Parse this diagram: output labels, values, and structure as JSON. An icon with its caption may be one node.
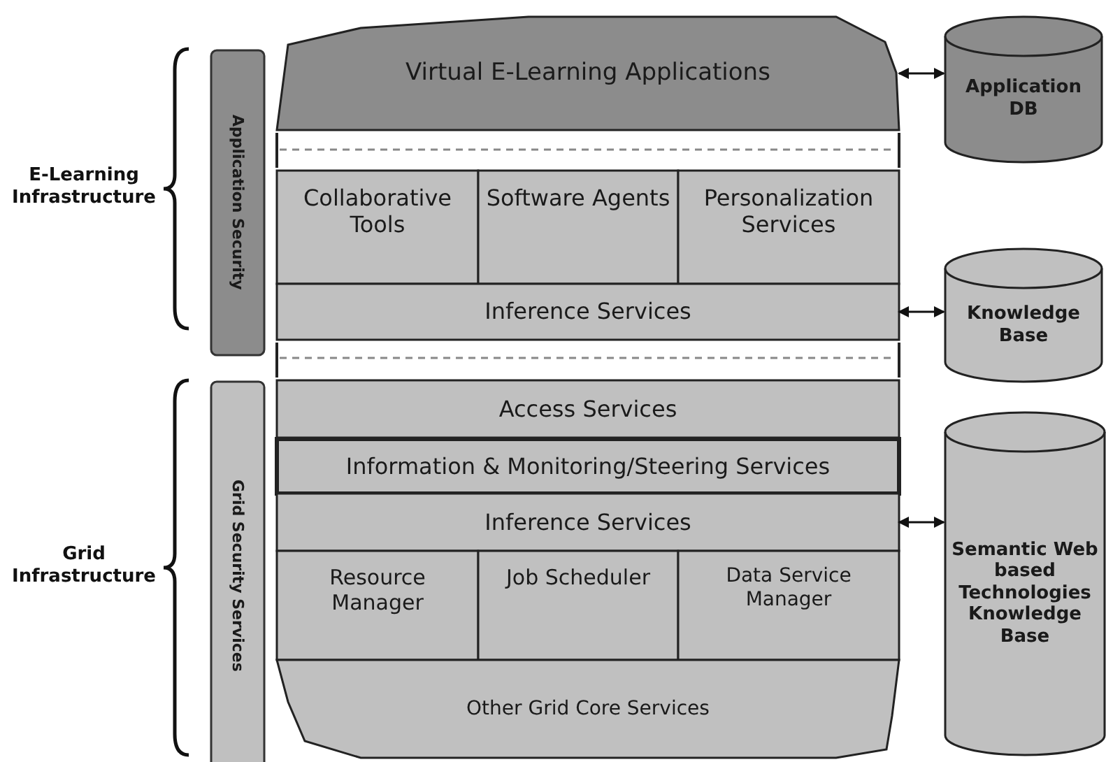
{
  "diagram": {
    "nodes": [
      {
        "text": [
          "Virtual E-Learning Applications"
        ]
      },
      {
        "text": [
          "Collaborative Tools"
        ]
      },
      {
        "text": [
          "Software Agents"
        ]
      },
      {
        "text": [
          "Personalization Services"
        ]
      },
      {
        "text": [
          "Inference Services"
        ]
      },
      {
        "text": [
          "Access Services"
        ]
      },
      {
        "text": [
          "Information & Monitoring/Steering Services"
        ]
      },
      {
        "text": [
          "Inference Services"
        ]
      },
      {
        "text": [
          "Resource Manager"
        ]
      },
      {
        "text": [
          "Job Scheduler"
        ]
      },
      {
        "text": [
          "Data Service Manager"
        ]
      },
      {
        "text": [
          "Other Grid Core Services"
        ]
      },
      {
        "text": [
          "Application Security"
        ]
      },
      {
        "text": [
          "Grid Security Services"
        ]
      },
      {
        "text": [
          "Application DB"
        ]
      },
      {
        "text": [
          "Knowledge Base"
        ]
      },
      {
        "text": [
          "Semantic Web based Technologies Knowledge Base"
        ]
      }
    ],
    "edges": [
      {
        "from": 0,
        "to": 14,
        "arrow": "both"
      },
      {
        "from": 4,
        "to": 15,
        "arrow": "both"
      },
      {
        "from": 7,
        "to": 16,
        "arrow": "both"
      }
    ],
    "labels": [
      "E-Learning Infrastructure",
      "Grid Infrastructure"
    ]
  }
}
